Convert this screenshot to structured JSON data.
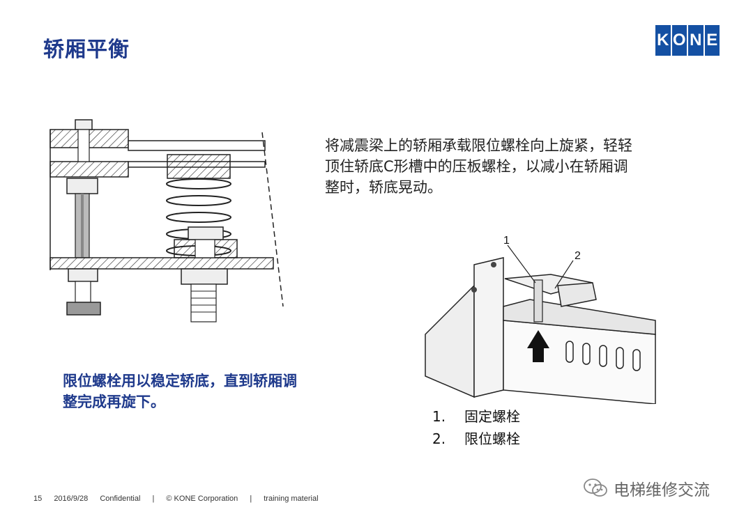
{
  "slide": {
    "title": "轿厢平衡",
    "logo_letters": [
      "K",
      "O",
      "N",
      "E"
    ],
    "description_lines": [
      "将减震梁上的轿厢承载限位螺栓向上旋紧，轻轻",
      "顶住轿底C形槽中的压板螺栓，以减小在轿厢调",
      "整时，轿底晃动。"
    ],
    "note_lines": [
      "限位螺栓用以稳定轿底，直到轿厢调",
      "整完成再旋下。"
    ],
    "legend": [
      {
        "num": "1.",
        "label": "固定螺栓"
      },
      {
        "num": "2.",
        "label": "限位螺栓"
      }
    ],
    "callouts": [
      "1",
      "2"
    ]
  },
  "footer": {
    "page": "15",
    "date": "2016/9/28",
    "confidential": "Confidential",
    "sep1": "|",
    "company": "© KONE Corporation",
    "sep2": "|",
    "material": "training material"
  },
  "watermark": {
    "text": "电梯维修交流"
  },
  "colors": {
    "title": "#1f3a8c",
    "logo": "#1450a3"
  }
}
